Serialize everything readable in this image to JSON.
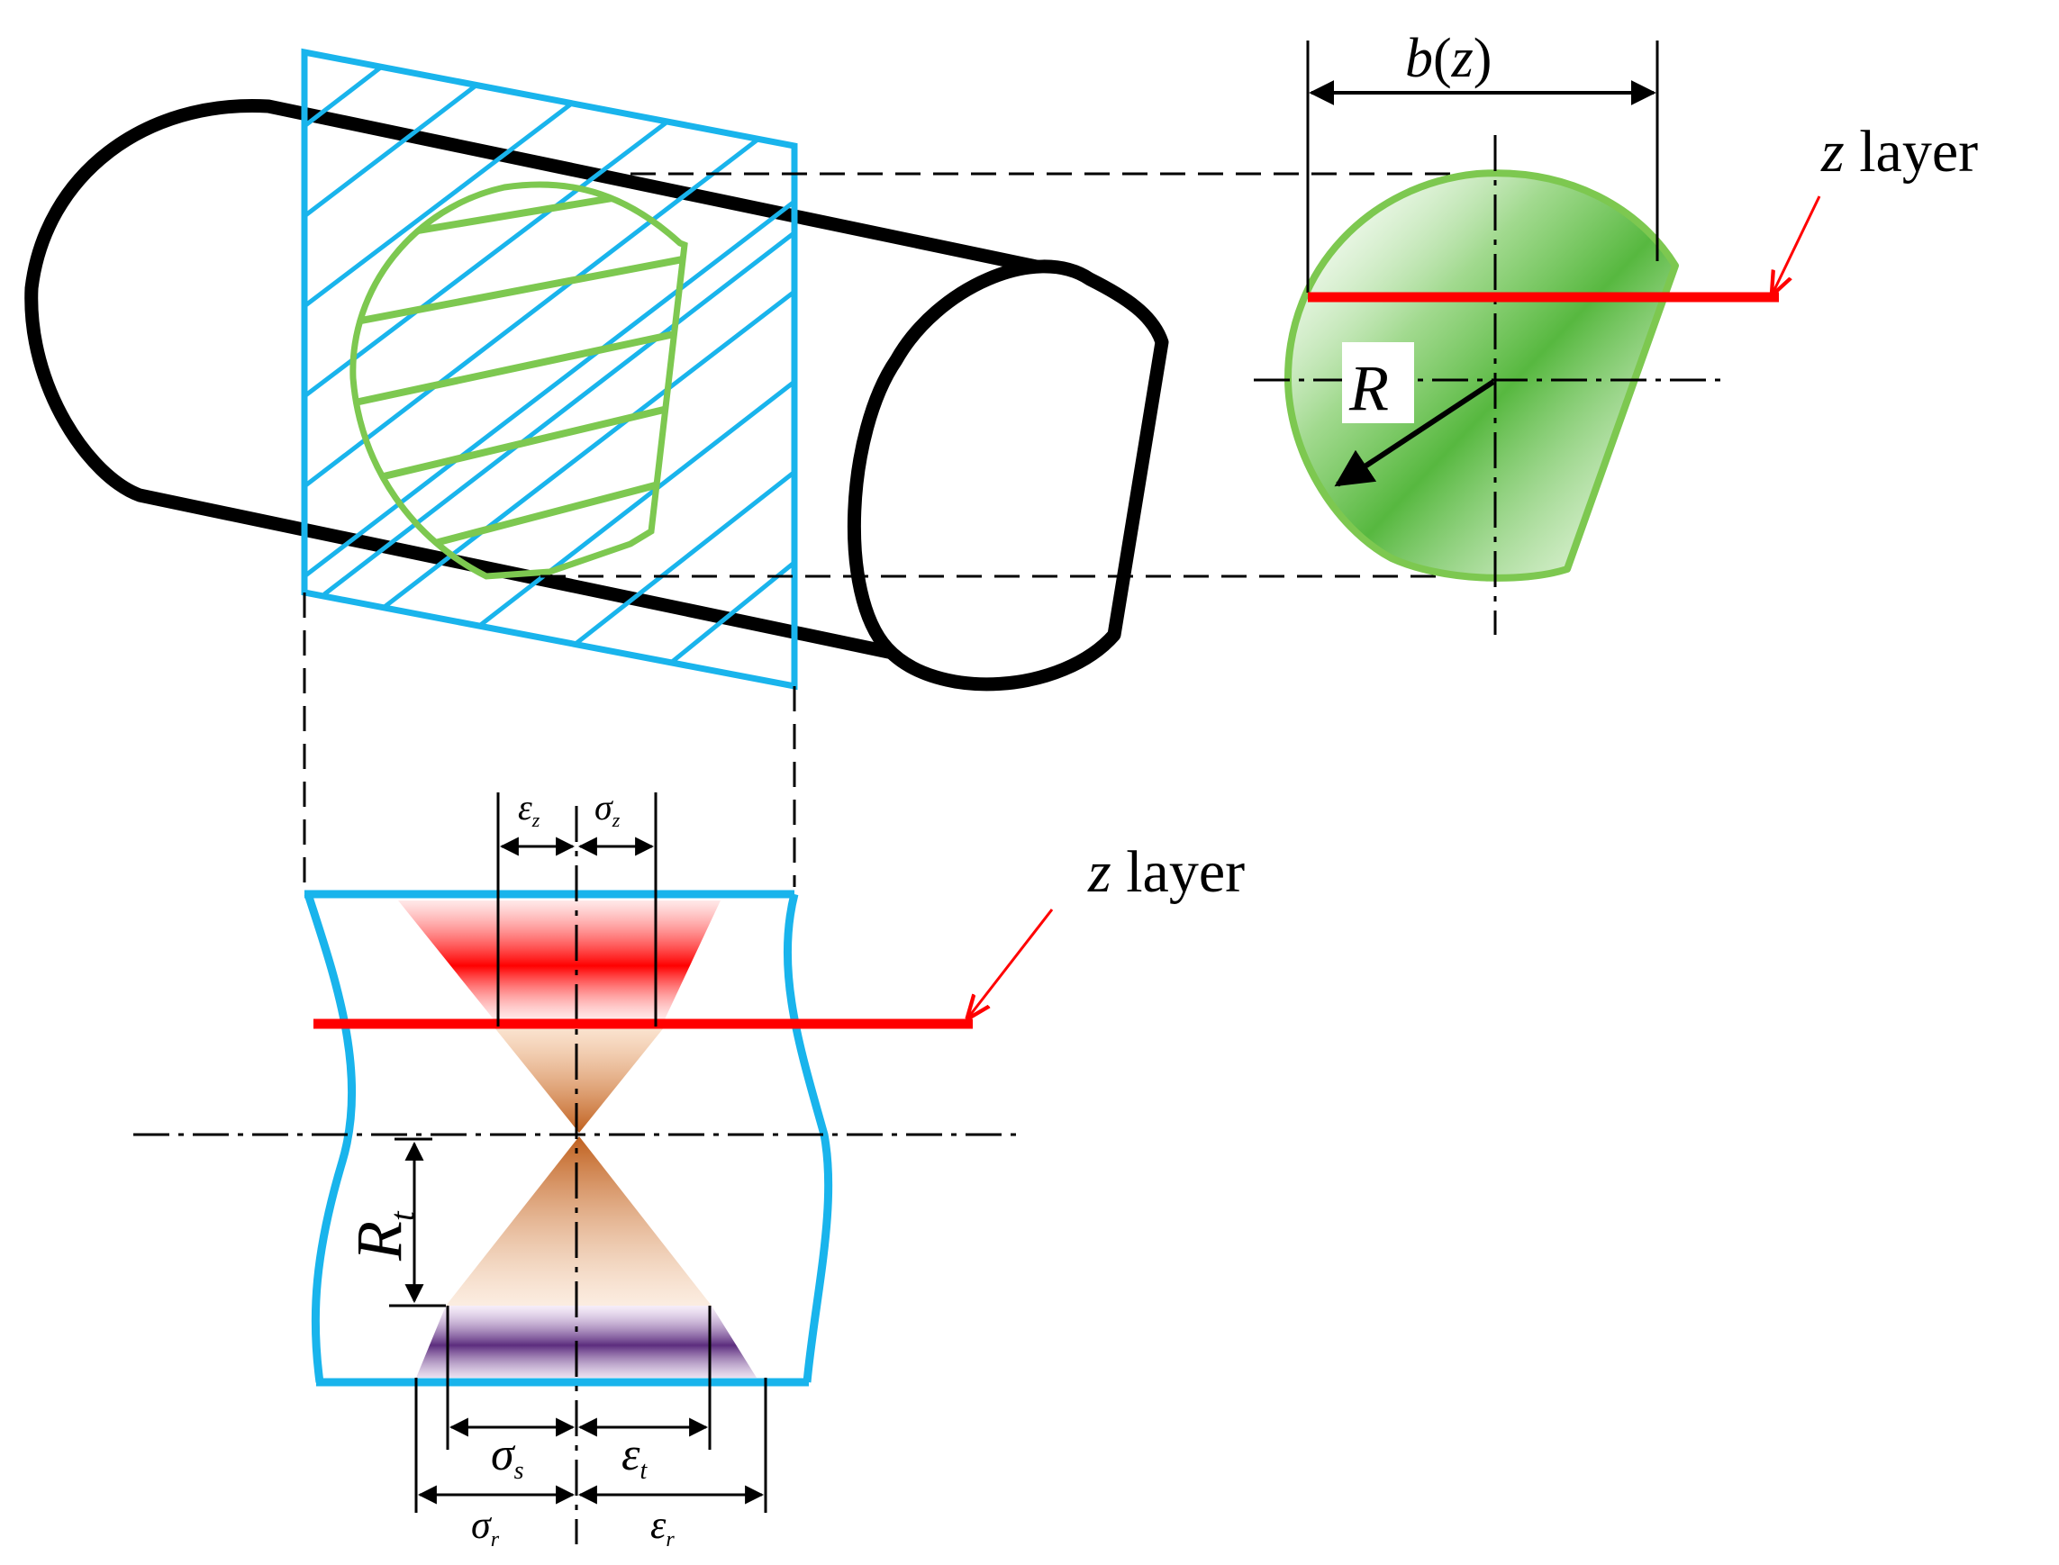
{
  "labels": {
    "bz": "b(z)",
    "z_layer_top": {
      "var": "z",
      "word": " layer"
    },
    "z_layer_bottom": {
      "var": "z",
      "word": " layer"
    },
    "R": "R",
    "Rt": {
      "main": "R",
      "sub": "t"
    },
    "eps_z": {
      "main": "ε",
      "sub": "z"
    },
    "sig_z": {
      "main": "σ",
      "sub": "z"
    },
    "sig_s": {
      "main": "σ",
      "sub": "s"
    },
    "eps_t": {
      "main": "ε",
      "sub": "t"
    },
    "sig_r": {
      "main": "σ",
      "sub": "r"
    },
    "eps_r": {
      "main": "ε",
      "sub": "r"
    }
  },
  "colors": {
    "outline": "#000000",
    "plane": "#19b4ec",
    "section": "#7dc850",
    "section_fill": "#55bb33",
    "layer": "#ff0000",
    "arrow": "#ff0000",
    "tension": "#ff1a1a",
    "neutral": "#c8682c",
    "compression": "#6a3d8a"
  }
}
